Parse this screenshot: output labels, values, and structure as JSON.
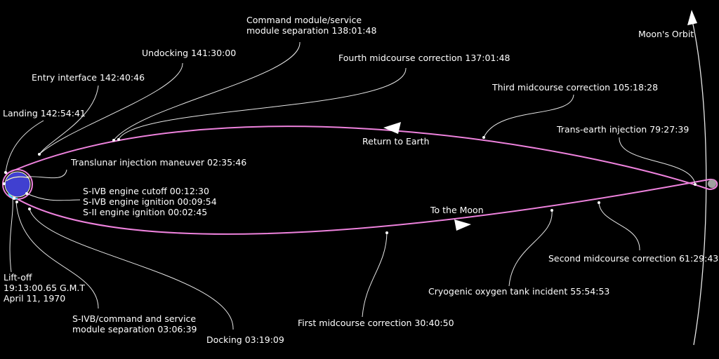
{
  "colors": {
    "background": "#000000",
    "trajectory": "#ee82dd",
    "earth": "#4040d0",
    "moon": "#a0a0a0",
    "text": "#ffffff"
  },
  "labels": {
    "moons_orbit": "Moon's Orbit",
    "return_to_earth": "Return to Earth",
    "to_the_moon": "To the Moon"
  },
  "events": {
    "cm_sm_separation": [
      "Command module/service",
      "module separation 138:01:48"
    ],
    "undocking": "Undocking 141:30:00",
    "fourth_midcourse": "Fourth midcourse correction 137:01:48",
    "entry_interface": "Entry interface 142:40:46",
    "third_midcourse": "Third midcourse correction 105:18:28",
    "landing": "Landing 142:54:41",
    "trans_earth_injection": "Trans-earth injection 79:27:39",
    "translunar_injection": "Translunar injection maneuver 02:35:46",
    "sivb_cutoff": "S-IVB engine cutoff 00:12:30",
    "sivb_ignition": "S-IVB engine ignition 00:09:54",
    "sii_ignition": "S-II engine ignition 00:02:45",
    "second_midcourse": "Second midcourse correction 61:29:43",
    "liftoff": [
      "Lift-off",
      "19:13:00.65 G.M.T",
      "April 11, 1970"
    ],
    "cryogenic_incident": "Cryogenic oxygen tank incident 55:54:53",
    "sivb_csm_separation": [
      "S-IVB/command and service",
      "module separation 03:06:39"
    ],
    "first_midcourse": "First midcourse correction 30:40:50",
    "docking": "Docking 03:19:09"
  }
}
